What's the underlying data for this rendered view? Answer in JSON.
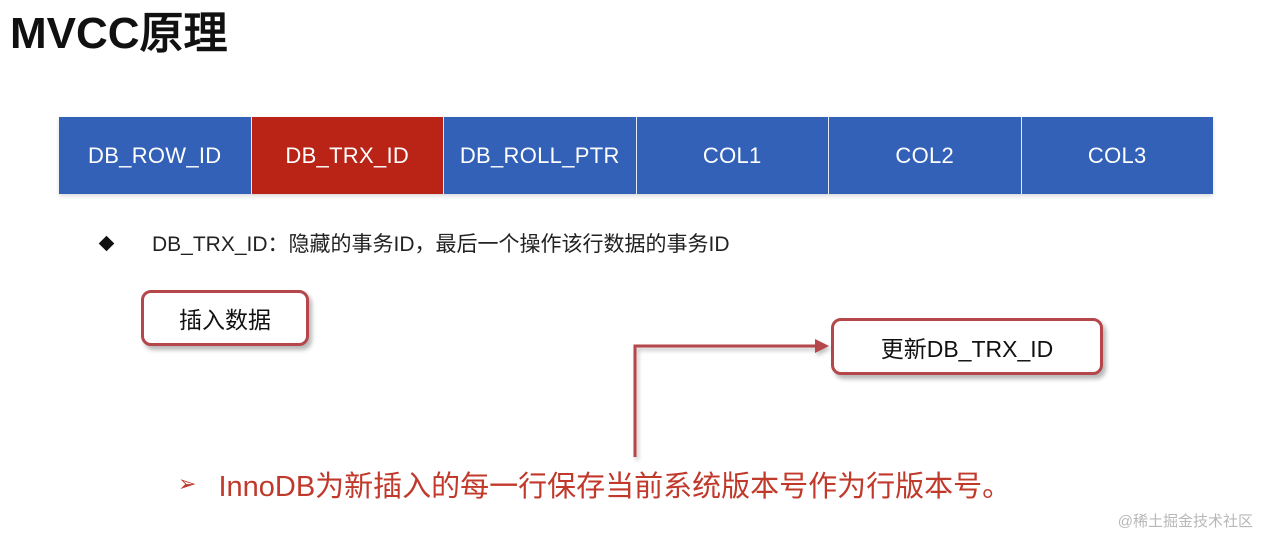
{
  "title": "MVCC原理",
  "columns": [
    {
      "label": "DB_ROW_ID",
      "color": "#3361b8"
    },
    {
      "label": "DB_TRX_ID",
      "color": "#b92417"
    },
    {
      "label": "DB_ROLL_PTR",
      "color": "#3361b8"
    },
    {
      "label": "COL1",
      "color": "#3361b8"
    },
    {
      "label": "COL2",
      "color": "#3361b8"
    },
    {
      "label": "COL3",
      "color": "#3361b8"
    }
  ],
  "bullet": {
    "text": "DB_TRX_ID：隐藏的事务ID，最后一个操作该行数据的事务ID"
  },
  "boxes": {
    "insert": "插入数据",
    "update": "更新DB_TRX_ID"
  },
  "note": {
    "text": "InnoDB为新插入的每一行保存当前系统版本号作为行版本号。"
  },
  "watermark": "@稀土掘金技术社区",
  "colors": {
    "accent_red": "#b5464a",
    "note_red": "#c0392b",
    "header_blue": "#3361b8",
    "highlight_red": "#b92417"
  }
}
